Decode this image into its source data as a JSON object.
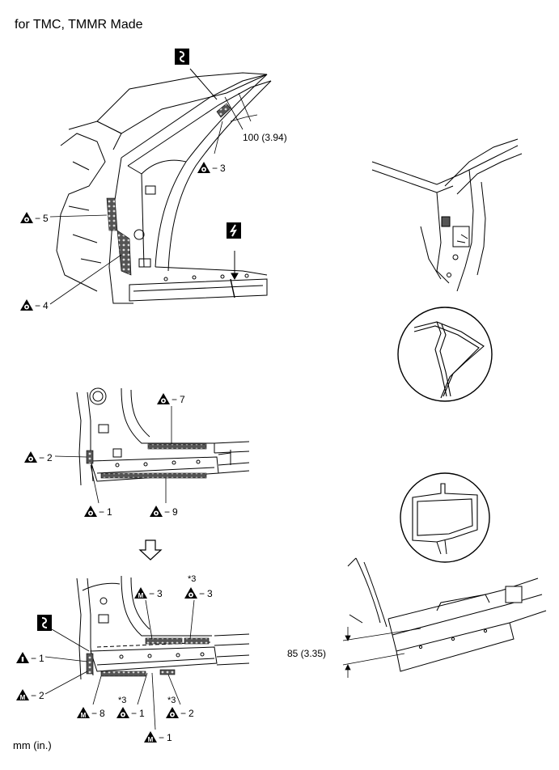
{
  "header": {
    "title": "for TMC, TMMR Made"
  },
  "footer": {
    "units": "mm (in.)"
  },
  "dimensions": {
    "pillar_cut": "100 (3.94)",
    "rocker_cut": "85 (3.35)"
  },
  "callouts": {
    "top": {
      "c3": "3",
      "c4": "4",
      "c5": "5"
    },
    "mid": {
      "c7": "7",
      "c2": "2",
      "c1": "1",
      "c9": "9"
    },
    "bottom": {
      "m3": "3",
      "o3": "3",
      "o3_note": "*3",
      "t1": "1",
      "m2": "2",
      "m8": "8",
      "o1": "1",
      "o1_note": "*3",
      "o2": "2",
      "o2_note": "*3",
      "m1": "1"
    }
  },
  "symbols": {
    "triangle_o": "O",
    "triangle_m": "M",
    "triangle_t": "T",
    "cut_icon": "scissors-icon",
    "saw_icon": "saw-icon"
  }
}
